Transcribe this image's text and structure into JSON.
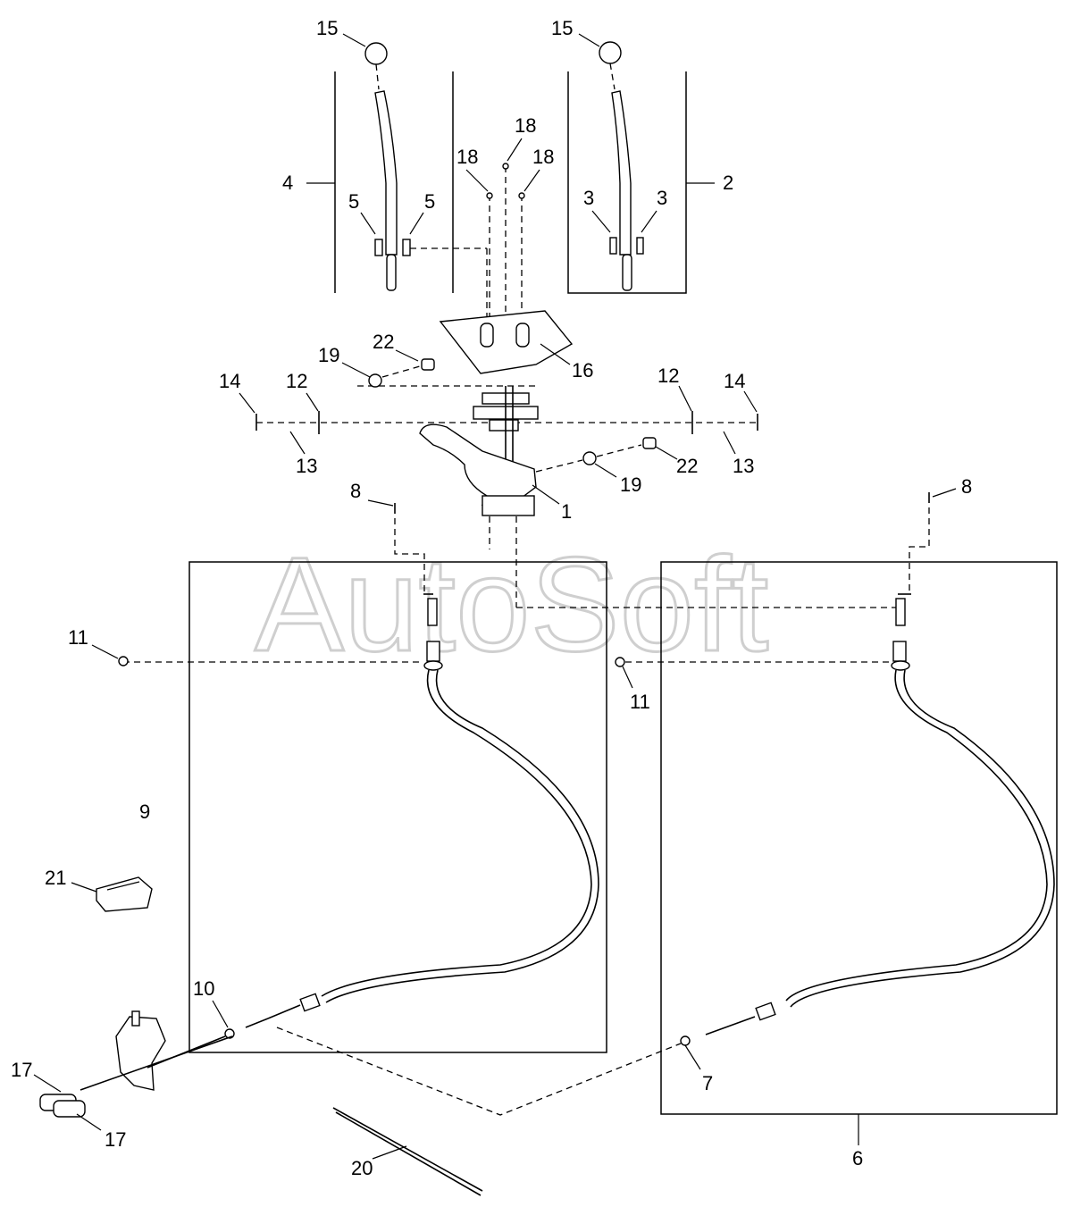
{
  "watermark": "AutoSoft",
  "callouts": {
    "c1": "1",
    "c2": "2",
    "c3a": "3",
    "c3b": "3",
    "c4": "4",
    "c5a": "5",
    "c5b": "5",
    "c6": "6",
    "c7": "7",
    "c8a": "8",
    "c8b": "8",
    "c9": "9",
    "c10": "10",
    "c11a": "11",
    "c11b": "11",
    "c12a": "12",
    "c12b": "12",
    "c13a": "13",
    "c13b": "13",
    "c14a": "14",
    "c14b": "14",
    "c15a": "15",
    "c15b": "15",
    "c16": "16",
    "c17a": "17",
    "c17b": "17",
    "c18a": "18",
    "c18b": "18",
    "c18c": "18",
    "c19a": "19",
    "c19b": "19",
    "c20": "20",
    "c21": "21",
    "c22a": "22",
    "c22b": "22"
  }
}
